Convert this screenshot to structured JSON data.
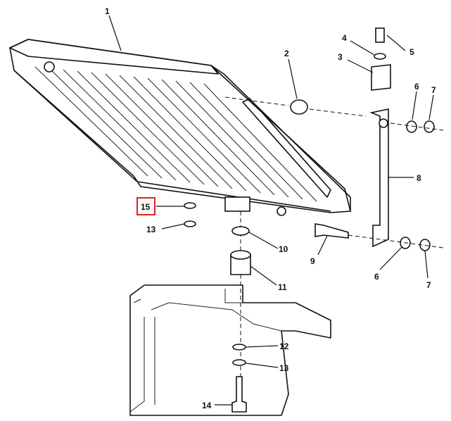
{
  "title": "Radiator mounting exploded view",
  "highlight_color": "#e02020",
  "callouts": {
    "c1": "1",
    "c2": "2",
    "c3": "3",
    "c4": "4",
    "c5": "5",
    "c6a": "6",
    "c7a": "7",
    "c8": "8",
    "c9": "9",
    "c10": "10",
    "c11": "11",
    "c12": "12",
    "c13a": "13",
    "c13b": "13",
    "c14": "14",
    "c15": "15",
    "c6b": "6",
    "c7b": "7"
  }
}
